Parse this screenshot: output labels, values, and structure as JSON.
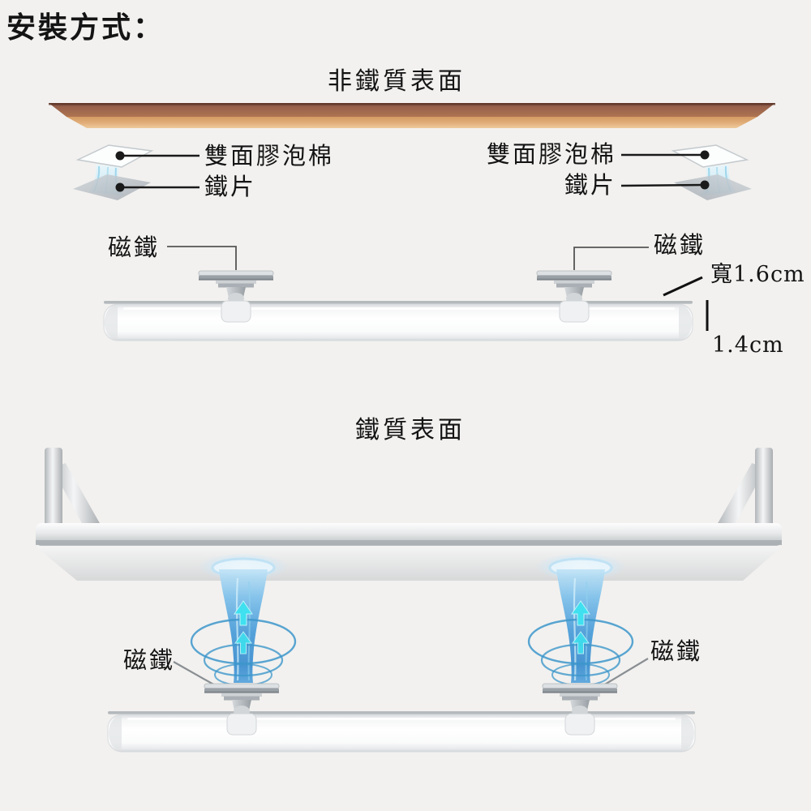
{
  "title": "安裝方式：",
  "non_ferrous": {
    "heading": "非鐵質表面",
    "left": {
      "foam_label": "雙面膠泡棉",
      "iron_label": "鐵片",
      "magnet_label": "磁鐵"
    },
    "right": {
      "foam_label": "雙面膠泡棉",
      "iron_label": "鐵片",
      "magnet_label": "磁鐵"
    },
    "dim_width": "寬1.6cm",
    "dim_height": "1.4cm"
  },
  "ferrous": {
    "heading": "鐵質表面",
    "left": {
      "magnet_label": "磁鐵"
    },
    "right": {
      "magnet_label": "磁鐵"
    }
  },
  "colors": {
    "background": "#f2f1ef",
    "wood_dark": "#96604a",
    "wood_light": "#e2b17d",
    "metal_light": "#f4f5f6",
    "metal_mid": "#c9cdd0",
    "vortex_blue": "#4d9ed9",
    "arrow_cyan": "#3fe0ef",
    "leader_line": "#1a1a1a"
  }
}
